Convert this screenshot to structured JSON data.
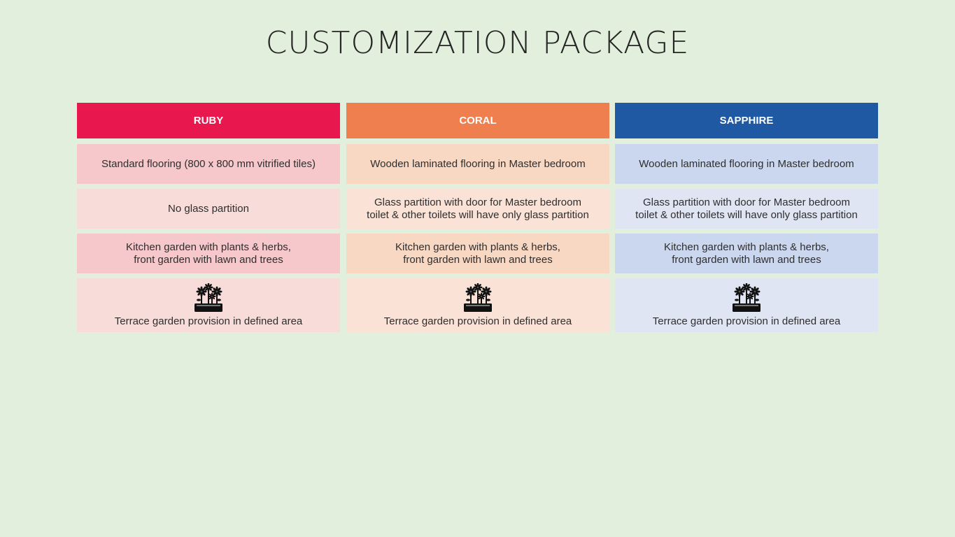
{
  "title": "CUSTOMIZATION PACKAGE",
  "packages": [
    {
      "name": "RUBY",
      "header_color": "#e8184f",
      "row_colors": [
        "#f6c8cb",
        "#f8dcd9",
        "#f6c8cb",
        "#f8dcd9"
      ],
      "features": [
        "Standard flooring (800 x 800 mm vitrified tiles)",
        "No glass partition",
        "Kitchen garden with plants & herbs,\nfront garden with lawn and trees",
        "Terrace garden provision in defined area"
      ],
      "feature_icon": "flower-planter-icon"
    },
    {
      "name": "CORAL",
      "header_color": "#ef7f4f",
      "row_colors": [
        "#f8d7c3",
        "#fae2d6",
        "#f8d7c3",
        "#fae2d6"
      ],
      "features": [
        "Wooden laminated flooring in Master bedroom",
        "Glass partition with door for Master bedroom\ntoilet & other toilets will have only glass partition",
        "Kitchen garden with plants & herbs,\nfront garden with lawn and trees",
        "Terrace garden provision in defined area"
      ],
      "feature_icon": "flower-planter-icon"
    },
    {
      "name": "SAPPHIRE",
      "header_color": "#1f58a3",
      "row_colors": [
        "#cad7ee",
        "#dfe5f2",
        "#cad7ee",
        "#dfe5f2"
      ],
      "features": [
        "Wooden laminated flooring in Master bedroom",
        "Glass partition with door for Master bedroom\ntoilet & other toilets will have only glass partition",
        "Kitchen garden with plants & herbs,\nfront garden with lawn and trees",
        "Terrace garden provision in defined area"
      ],
      "feature_icon": "flower-planter-icon"
    }
  ]
}
